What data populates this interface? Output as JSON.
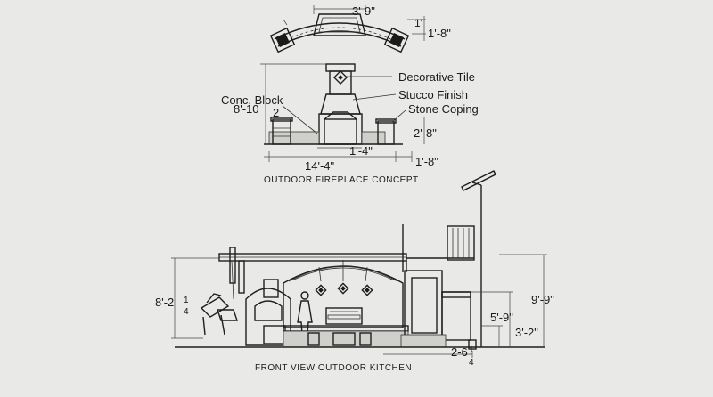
{
  "plan": {
    "top_width": "3'-9\"",
    "side_tick": "1'",
    "side_depth": "1'-8\""
  },
  "fireplace": {
    "labels": {
      "decorative_tile": "Decorative Tile",
      "stucco_finish": "Stucco Finish",
      "conc_block": "Conc. Block",
      "stone_coping": "Stone Coping"
    },
    "dims": {
      "height_left": "8'-10",
      "height_left_frac": "2",
      "wall_height": "2'-8\"",
      "base_width": "1'-4\"",
      "overall_width": "14'-4\"",
      "column_width": "1'-8\""
    },
    "title": "OUTDOOR FIREPLACE CONCEPT"
  },
  "kitchen": {
    "dims": {
      "left_height_whole": "8'-2",
      "left_height_num": "1",
      "left_height_den": "4",
      "right_height": "9'-9\"",
      "mid_height": "5'-9\"",
      "counter_height": "3'-2\"",
      "bottom_whole": "2-6",
      "bottom_num": "1",
      "bottom_den": "4"
    },
    "title": "FRONT VIEW OUTDOOR KITCHEN"
  }
}
